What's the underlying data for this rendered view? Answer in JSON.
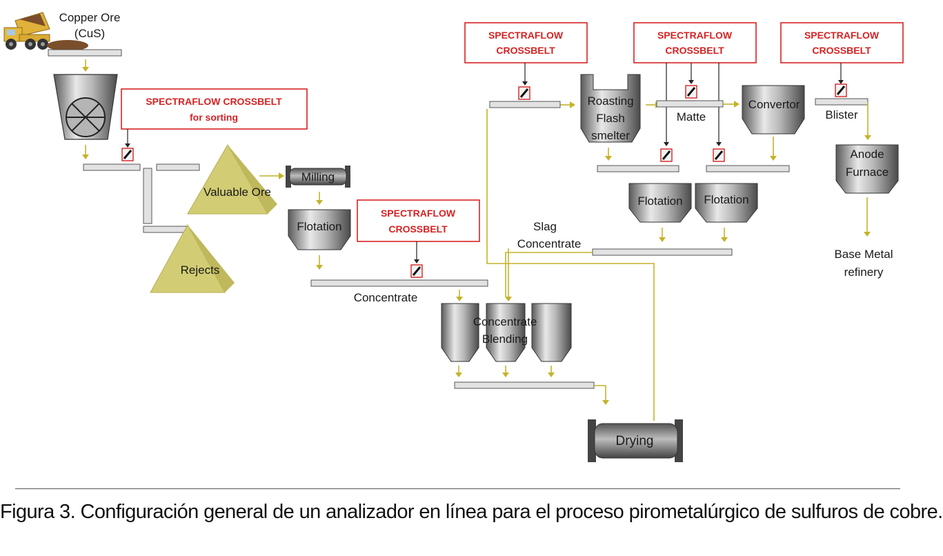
{
  "labels": {
    "copper_ore": "Copper Ore",
    "copper_ore_formula": "(CuS)",
    "valuable_ore": "Valuable Ore",
    "rejects": "Rejects",
    "milling": "Milling",
    "flotation_main": "Flotation",
    "concentrate": "Concentrate",
    "concentrate_blending_1": "Concentrate",
    "concentrate_blending_2": "Blending",
    "drying": "Drying",
    "roasting_1": "Roasting",
    "roasting_2": "Flash",
    "roasting_3": "smelter",
    "matte": "Matte",
    "convertor": "Convertor",
    "blister": "Blister",
    "anode_1": "Anode",
    "anode_2": "Furnace",
    "base_metal_1": "Base Metal",
    "base_metal_2": "refinery",
    "flotation_slag_left": "Flotation",
    "flotation_slag_right": "Flotation",
    "slag_concentrate_1": "Slag",
    "slag_concentrate_2": "Concentrate"
  },
  "analyzers": {
    "sorting_1": "SPECTRAFLOW CROSSBELT",
    "sorting_2": "for sorting",
    "concentrate_1": "SPECTRAFLOW",
    "concentrate_2": "CROSSBELT",
    "feed_1": "SPECTRAFLOW",
    "feed_2": "CROSSBELT",
    "matte_1": "SPECTRAFLOW",
    "matte_2": "CROSSBELT",
    "blister_1": "SPECTRAFLOW",
    "blister_2": "CROSSBELT"
  },
  "colors": {
    "analyzer_red": "#d62222",
    "flow_yellow": "#c4b22a",
    "pile_yellow": "#d2cd74"
  },
  "caption": "Figura 3. Configuración general de un analizador en línea para el proceso pirometalúrgico de sulfuros de cobre."
}
